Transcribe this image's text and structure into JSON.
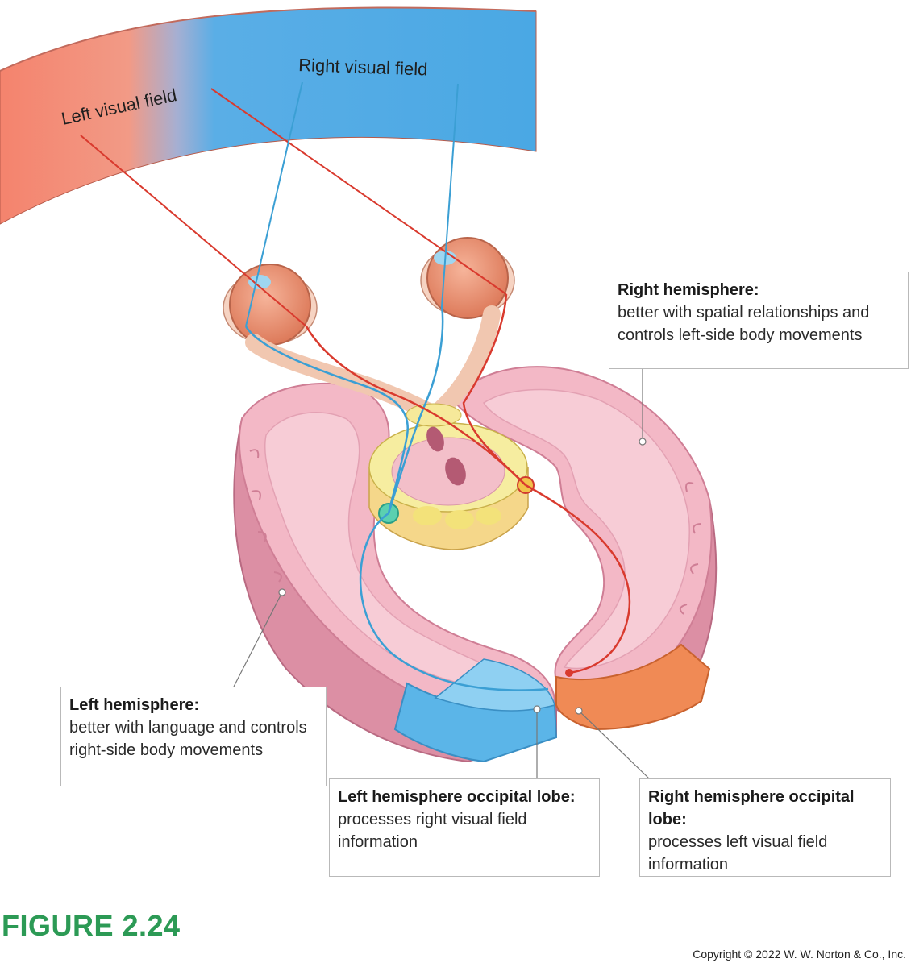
{
  "visual_fields": {
    "left_label": "Left visual field",
    "right_label": "Right visual field",
    "left_color": "#f4836d",
    "right_color": "#4aa8e4"
  },
  "callouts": {
    "right_hemisphere": {
      "title": "Right hemisphere:",
      "body": "better with spatial relationships and controls left-side body movements"
    },
    "left_hemisphere": {
      "title": "Left hemisphere:",
      "body": "better with language and controls right-side body movements"
    },
    "left_occipital": {
      "title": "Left hemisphere occipital lobe:",
      "body": "processes right visual field information"
    },
    "right_occipital": {
      "title": "Right hemisphere occipital lobe:",
      "body": "processes left visual field information"
    }
  },
  "figure_label": "FIGURE 2.24",
  "copyright": "Copyright © 2022 W. W. Norton & Co., Inc.",
  "colors": {
    "brain": "#f3b8c6",
    "brain_edge": "#cf7e95",
    "left_pathway": "#3b9fd4",
    "right_pathway": "#d93a2e",
    "figure_label": "#2c9a55"
  }
}
